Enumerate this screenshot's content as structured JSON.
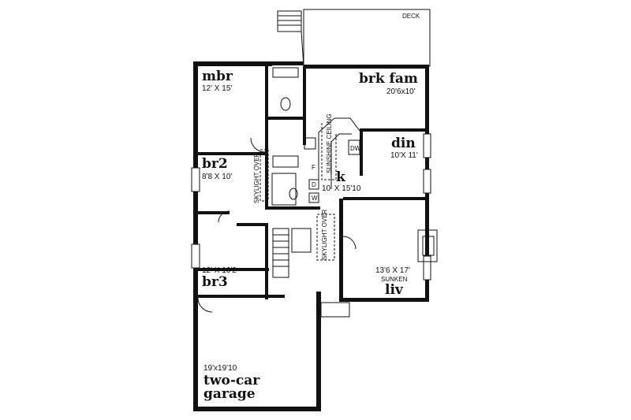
{
  "rooms": {
    "mbr": {
      "name": "mbr",
      "dim": "12' X 15'"
    },
    "brk_fam": {
      "name": "brk fam",
      "dim": "20'6x10'"
    },
    "din": {
      "name": "din",
      "dim": "10'X 11'"
    },
    "br2": {
      "name": "br2",
      "dim": "8'8 X 10'"
    },
    "k": {
      "name": "k",
      "dim": "10' X 15'10"
    },
    "br3": {
      "name": "br3",
      "dim": "12' X 10'2"
    },
    "liv": {
      "name": "liv",
      "dim": "13'6 X 17'",
      "note": "SUNKEN"
    },
    "garage": {
      "name_line1": "two-car",
      "name_line2": "garage",
      "dim": "19'x19'10"
    }
  },
  "labels": {
    "deck": "DECK",
    "skylight_left": "SKYLIGHT OVER",
    "skylight_right": "SKYLIGHT OVER",
    "sunshine": "SUNSHINE CEILING",
    "dw": "DW",
    "d": "D",
    "w": "W",
    "f": "F"
  }
}
